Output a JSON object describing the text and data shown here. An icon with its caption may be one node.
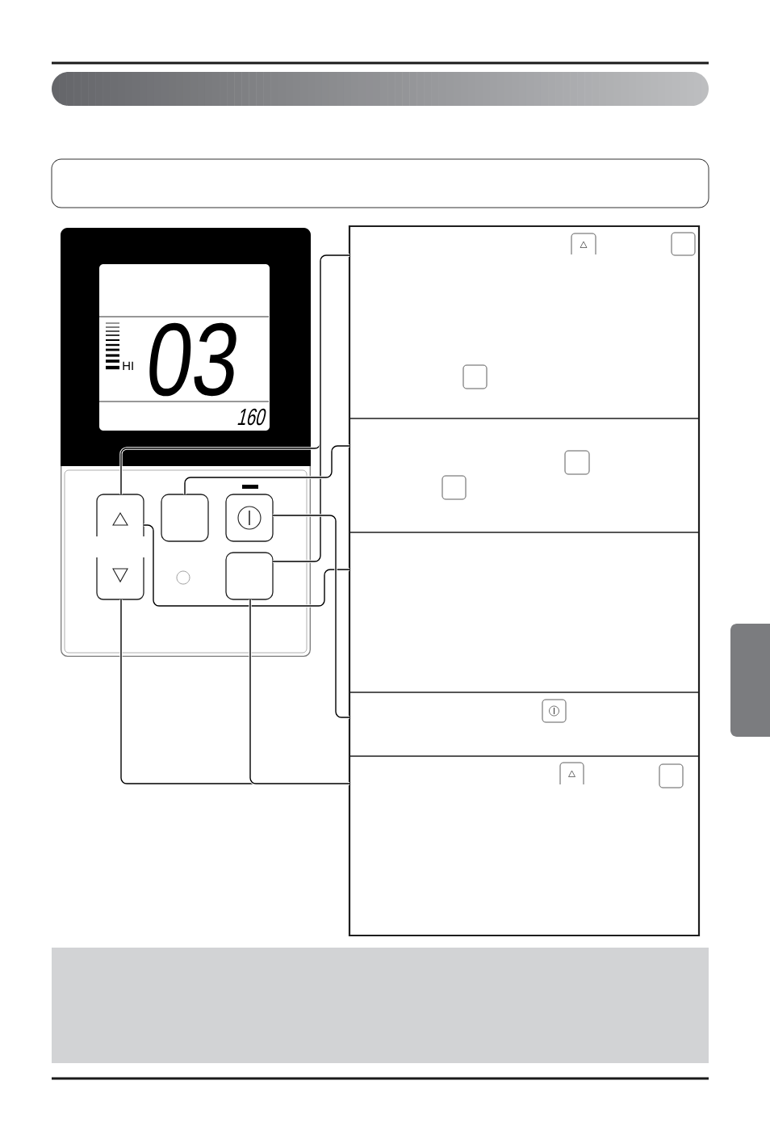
{
  "diagram": {
    "nodes": [
      {
        "text": [],
        "shape": "bar"
      },
      {
        "text": [],
        "shape": "box"
      },
      {
        "text": [],
        "shape": "box"
      },
      {
        "text": [],
        "shape": "box",
        "in": 2
      },
      {
        "text": [],
        "shape": "box",
        "in": 2
      },
      {
        "text": [],
        "shape": "box",
        "in": 2
      },
      {
        "text": [],
        "shape": "box",
        "in": 2
      },
      {
        "text": [],
        "shape": "box",
        "in": 2
      },
      {
        "text": [],
        "shape": "box"
      },
      {
        "text": [],
        "shape": "box",
        "in": 8
      },
      {
        "text": [],
        "shape": "box",
        "in": 8
      },
      {
        "text": [],
        "shape": "box",
        "in": 8
      },
      {
        "text": [],
        "shape": "box",
        "in": 8
      },
      {
        "text": [],
        "shape": "box",
        "in": 8
      },
      {
        "text": [],
        "shape": "box"
      }
    ],
    "edges": [
      {
        "from": 3,
        "to": 9,
        "arrow": "none"
      },
      {
        "from": 7,
        "to": 9,
        "arrow": "none"
      },
      {
        "from": 5,
        "to": 10,
        "arrow": "none"
      },
      {
        "from": 3,
        "to": 11,
        "arrow": "none"
      },
      {
        "from": 6,
        "to": 12,
        "arrow": "none"
      },
      {
        "from": 4,
        "to": 13,
        "arrow": "none"
      },
      {
        "from": 7,
        "to": 13,
        "arrow": "none"
      }
    ],
    "labels": [
      "HI",
      "03",
      "160"
    ]
  }
}
